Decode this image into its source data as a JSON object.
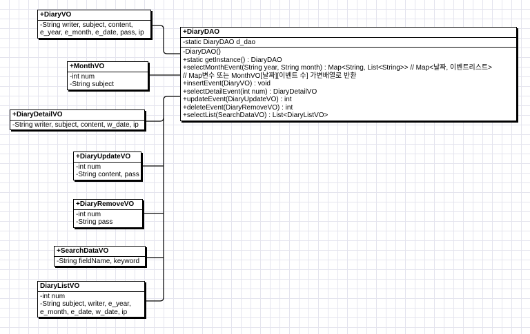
{
  "diagram": {
    "classes": {
      "diary_vo": {
        "name": "+DiaryVO",
        "attributes": [
          "-String writer, subject, content,",
          "e_year, e_month, e_date, pass, ip"
        ]
      },
      "month_vo": {
        "name": "+MonthVO",
        "attributes": [
          "-int num",
          "-String subject"
        ]
      },
      "diary_detail_vo": {
        "name": "+DiaryDetailVO",
        "attributes": [
          "-String writer, subject, content, w_date, ip"
        ]
      },
      "diary_update_vo": {
        "name": "+DiaryUpdateVO",
        "attributes": [
          "-int num",
          "-String content, pass"
        ]
      },
      "diary_remove_vo": {
        "name": "+DiaryRemoveVO",
        "attributes": [
          "-int num",
          "-String pass"
        ]
      },
      "search_data_vo": {
        "name": "+SearchDataVO",
        "attributes": [
          "-String fieldName, keyword"
        ]
      },
      "diary_list_vo": {
        "name": "DiaryListVO",
        "attributes": [
          "-int num",
          "-String subject, writer, e_year,",
          "e_month, e_date, w_date, ip"
        ]
      },
      "diary_dao": {
        "name": "+DiaryDAO",
        "attributes": [
          "-static DiaryDAO d_dao"
        ],
        "operations": [
          "-DiaryDAO()",
          "+static getInstance() : DiaryDAO",
          "+selectMonthEvent(String year, String month) : Map<String, List<String>> // Map<날짜, 이벤트리스트>",
          "// Map변수 또는 MonthVO[날짜][이벤트 수] 가변배열로 반환",
          "+insertEvent(DiaryVO) : void",
          "+selectDetailEvent(int num) : DiaryDetailVO",
          "+updateEvent(DiaryUpdateVO) : int",
          "+deleteEvent(DiaryRemoveVO) : int",
          "+selectList(SearchDataVO) : List<DiaryListVO>"
        ]
      }
    }
  }
}
